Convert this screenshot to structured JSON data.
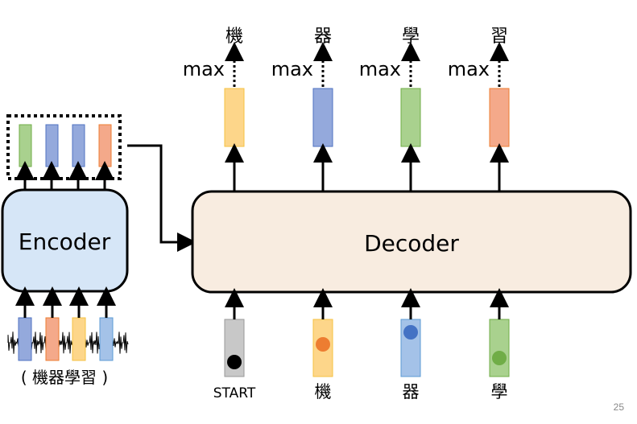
{
  "encoder": {
    "label": "Encoder",
    "input_caption": "( 機器學習 )",
    "input_vectors": [
      "blue",
      "orange",
      "yellow",
      "lightblue"
    ],
    "output_vectors": [
      "green",
      "blue",
      "blue",
      "orange"
    ]
  },
  "decoder": {
    "label": "Decoder",
    "inputs": [
      {
        "label": "START",
        "color": "gray",
        "dot": "black"
      },
      {
        "label": "機",
        "color": "yellow",
        "dot": "orange"
      },
      {
        "label": "器",
        "color": "lightblue",
        "dot": "blue"
      },
      {
        "label": "學",
        "color": "green",
        "dot": "green"
      }
    ],
    "outputs": [
      {
        "op": "max",
        "token": "機",
        "color": "yellow"
      },
      {
        "op": "max",
        "token": "器",
        "color": "blue"
      },
      {
        "op": "max",
        "token": "學",
        "color": "green"
      },
      {
        "op": "max",
        "token": "習",
        "color": "orange"
      }
    ]
  },
  "colors": {
    "yellow": "#fdd68a",
    "blue": "#94a9dc",
    "green": "#a9d18e",
    "orange": "#f4a98a",
    "lightblue": "#a4c2e8",
    "gray": "#c8c8c8",
    "encoder_fill": "#d6e6f7",
    "decoder_fill": "#f8ece0",
    "dot_black": "#000000",
    "dot_orange": "#ed7d31",
    "dot_blue": "#4472c4",
    "dot_green": "#70ad47"
  },
  "page_number": "25"
}
